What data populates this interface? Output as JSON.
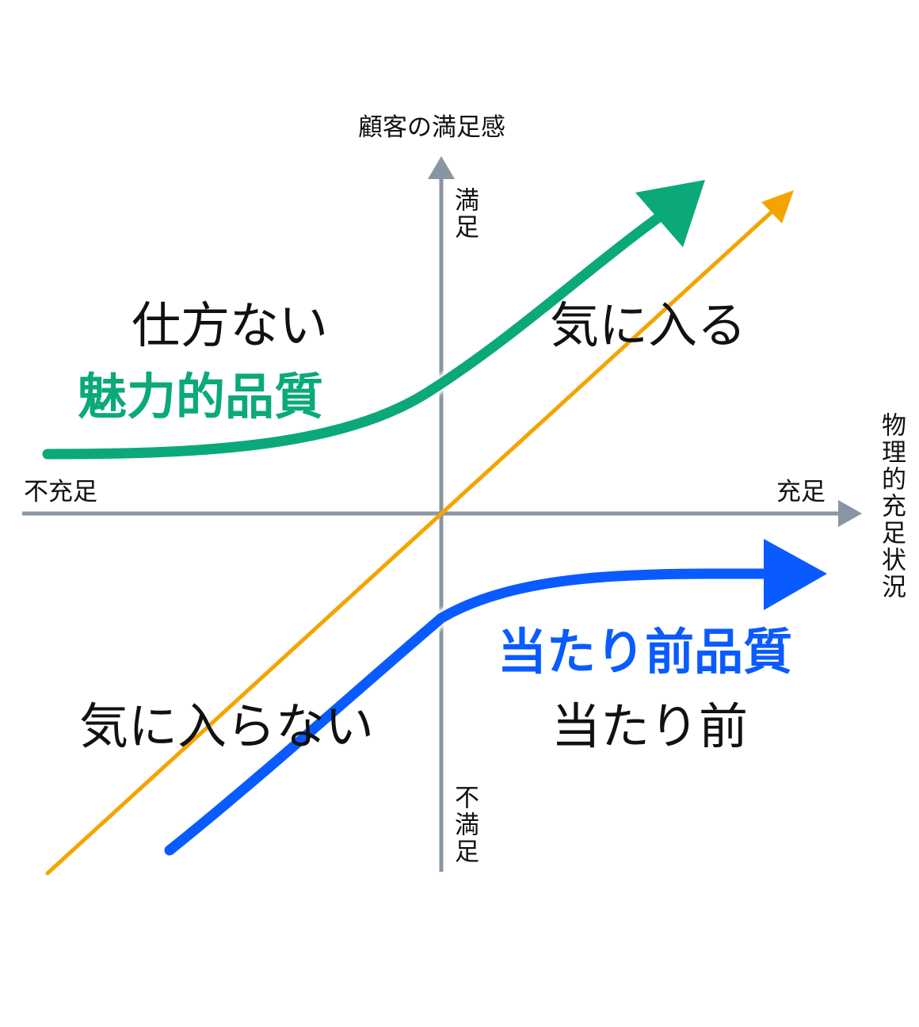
{
  "axes": {
    "y_title": "顧客の満足感",
    "x_title": "物理的充足状況",
    "y_top": "満足",
    "y_bottom": "不満足",
    "x_left": "不充足",
    "x_right": "充足"
  },
  "quadrants": {
    "top_left": "仕方ない",
    "top_right": "気に入る",
    "bottom_left": "気に入らない",
    "bottom_right": "当たり前"
  },
  "curves": {
    "attractive": {
      "label": "魅力的品質",
      "color": "#0ba97a"
    },
    "must_be": {
      "label": "当たり前品質",
      "color": "#0a5bff"
    },
    "one_dimensional": {
      "color": "#f4a400"
    }
  },
  "colors": {
    "axis": "#8a95a3"
  }
}
